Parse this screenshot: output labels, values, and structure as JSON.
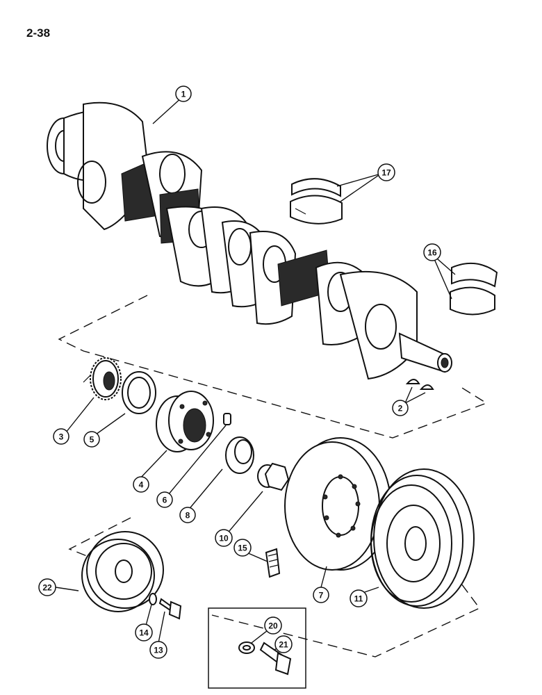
{
  "page": {
    "number": "2-38"
  },
  "callouts": [
    {
      "id": "c1",
      "label": "1"
    },
    {
      "id": "c2",
      "label": "2"
    },
    {
      "id": "c3",
      "label": "3"
    },
    {
      "id": "c4",
      "label": "4"
    },
    {
      "id": "c5",
      "label": "5"
    },
    {
      "id": "c6",
      "label": "6"
    },
    {
      "id": "c7",
      "label": "7"
    },
    {
      "id": "c8",
      "label": "8"
    },
    {
      "id": "c10",
      "label": "10"
    },
    {
      "id": "c11",
      "label": "11"
    },
    {
      "id": "c13",
      "label": "13"
    },
    {
      "id": "c14",
      "label": "14"
    },
    {
      "id": "c15",
      "label": "15"
    },
    {
      "id": "c16",
      "label": "16"
    },
    {
      "id": "c17",
      "label": "17"
    },
    {
      "id": "c20",
      "label": "20"
    },
    {
      "id": "c21",
      "label": "21"
    },
    {
      "id": "c22",
      "label": "22"
    }
  ],
  "parts": [
    {
      "key": "crankshaft",
      "icon": "crankshaft-icon"
    },
    {
      "key": "key",
      "icon": "woodruff-key-icon"
    },
    {
      "key": "gear",
      "icon": "gear-icon"
    },
    {
      "key": "hub",
      "icon": "hub-icon"
    },
    {
      "key": "seal-ring",
      "icon": "ring-icon"
    },
    {
      "key": "dowel",
      "icon": "dowel-pin-icon"
    },
    {
      "key": "damper",
      "icon": "damper-icon"
    },
    {
      "key": "bushing",
      "icon": "bushing-icon"
    },
    {
      "key": "nut",
      "icon": "hex-nut-icon"
    },
    {
      "key": "pulley-large",
      "icon": "pulley-icon"
    },
    {
      "key": "bolt",
      "icon": "bolt-icon"
    },
    {
      "key": "washer",
      "icon": "washer-icon"
    },
    {
      "key": "decal",
      "icon": "decal-icon"
    },
    {
      "key": "bearing-main",
      "icon": "bearing-shell-icon"
    },
    {
      "key": "bearing-thrust",
      "icon": "bearing-shell-icon"
    },
    {
      "key": "pulley-small",
      "icon": "pulley-icon"
    }
  ]
}
